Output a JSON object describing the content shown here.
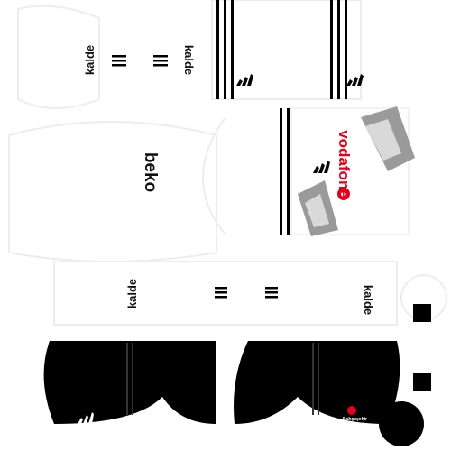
{
  "kit": {
    "sponsor_back": "kalde",
    "sponsor_main": "beko",
    "sponsor_shirt": "vodafone",
    "federation_text": "Bahçeşehir Koleji",
    "colors": {
      "background": "#ffffff",
      "outline": "#e8e8e8",
      "black": "#000000",
      "stripe_grey": "#9a9a9a",
      "vodafone_red": "#e2001a"
    }
  }
}
